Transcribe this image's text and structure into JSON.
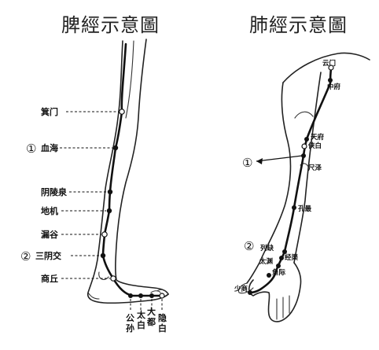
{
  "titles": {
    "left": "脾經示意圖",
    "right": "肺經示意圖"
  },
  "spleen": {
    "markers": {
      "one": "①",
      "two": "②"
    },
    "points": {
      "jimen": "箕门",
      "xuehai": "血海",
      "yinlingquan": "阴陵泉",
      "diji": "地机",
      "lougu": "漏谷",
      "sanyinjiao": "三阴交",
      "shangqiu": "商丘",
      "gongsun": [
        "公",
        "孙"
      ],
      "taibai": [
        "太",
        "白"
      ],
      "dadu": [
        "大",
        "都"
      ],
      "yinbai": [
        "隐",
        "白"
      ]
    }
  },
  "lung": {
    "markers": {
      "one": "①",
      "two": "②"
    },
    "points": {
      "yunmen": "云门",
      "zhongfu": "中府",
      "tianfu": "天府",
      "xiabai": "侠白",
      "chize": "尺泽",
      "kongzui": "孔最",
      "lieque": "列缺",
      "jingqu": "经渠",
      "taiyuan": "太渊",
      "yuji": "鱼际",
      "shaoshang": "少商"
    }
  }
}
